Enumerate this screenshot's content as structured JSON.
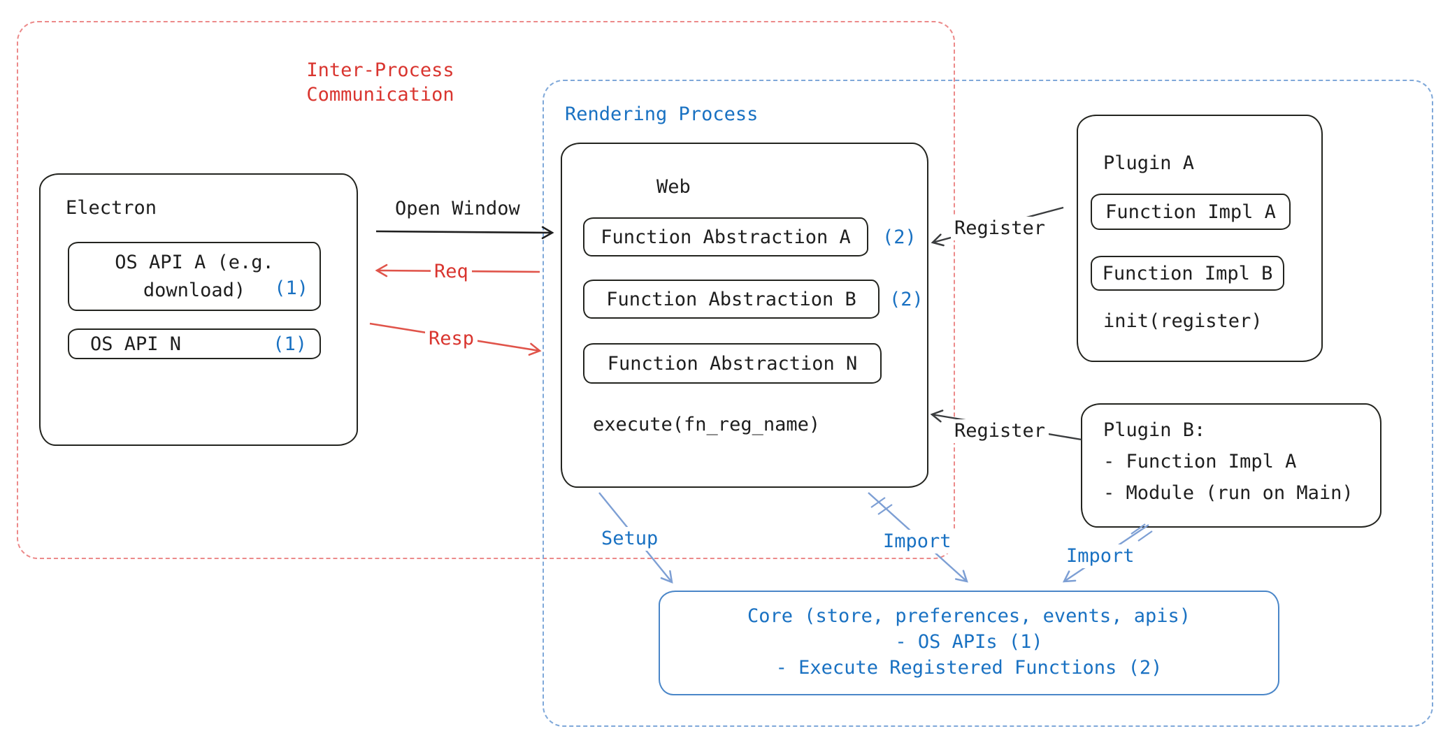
{
  "colors": {
    "ink": "#1e1e1e",
    "red": "#d9352f",
    "blue": "#1971c2",
    "red_dashed": "#ec8a8a",
    "blue_dashed": "#7fa8d9"
  },
  "ipc": {
    "title": "Inter-Process\nCommunication"
  },
  "rendering": {
    "title": "Rendering Process"
  },
  "electron": {
    "title": "Electron",
    "api_a": {
      "line1": "OS API A (e.g.",
      "line2": "download)",
      "badge": "(1)"
    },
    "api_n": {
      "label": "OS API N",
      "badge": "(1)"
    }
  },
  "web": {
    "title": "Web",
    "items": [
      {
        "label": "Function Abstraction A",
        "badge": "(2)"
      },
      {
        "label": "Function Abstraction B",
        "badge": "(2)"
      },
      {
        "label": "Function Abstraction N",
        "badge": ""
      }
    ],
    "execute": "execute(fn_reg_name)"
  },
  "plugin_a": {
    "title": "Plugin A",
    "impl_a": "Function Impl A",
    "impl_b": "Function Impl B",
    "init": "init(register)"
  },
  "plugin_b": {
    "title": "Plugin B:",
    "item1": "- Function Impl A",
    "item2": "- Module (run on Main)"
  },
  "core": {
    "line1": "Core (store, preferences, events, apis)",
    "line2": "- OS APIs (1)",
    "line3": "- Execute Registered Functions (2)"
  },
  "arrows": {
    "open_window": "Open Window",
    "req": "Req",
    "resp": "Resp",
    "register_a": "Register",
    "register_b": "Register",
    "setup": "Setup",
    "import_web": "Import",
    "import_plugin": "Import"
  }
}
